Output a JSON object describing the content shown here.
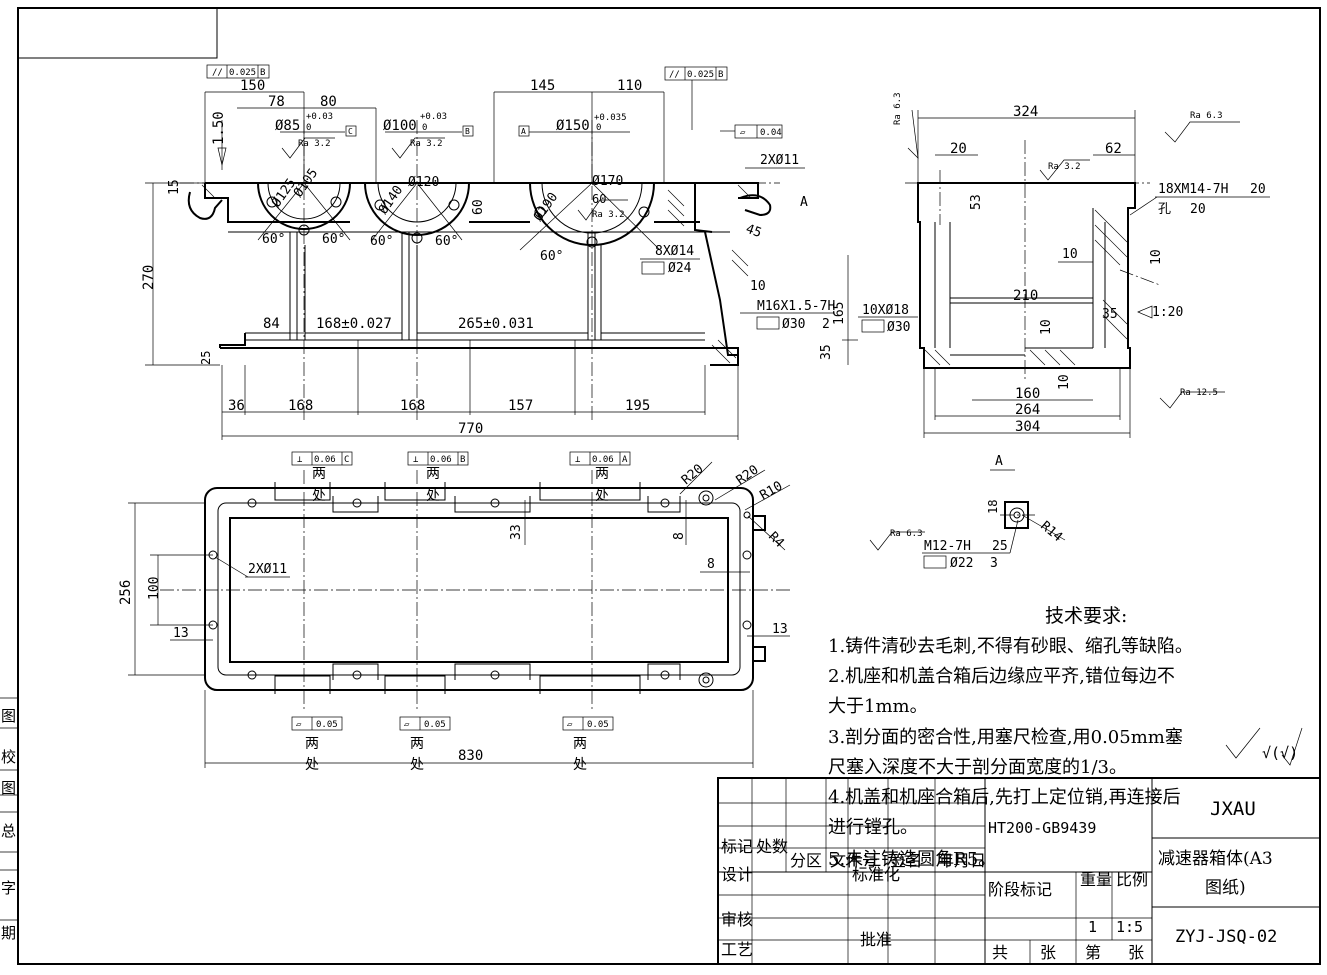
{
  "drawing": {
    "top_view_dims": {
      "d150": "150",
      "d78": "78",
      "d80": "80",
      "d145": "145",
      "d110": "110",
      "tol_gap": "0.025",
      "tol_par1": "0.025",
      "tol_sq": "0.04",
      "ref_b": "B",
      "ref_q": "C",
      "ref_a": "A",
      "phi85": "Ø85",
      "phi85_tol": "+0.03",
      "phi85_tol0": "0",
      "phi100": "Ø100",
      "phi100_tol": "+0.03",
      "phi100_tol0": "0",
      "phi150": "Ø150",
      "phi150_tol": "+0.035",
      "phi150_tol0": "0",
      "ra32a": "Ra 3.2",
      "ra32b": "Ra 3.2",
      "ra32c": "Ra 3.2",
      "d150v": "1.50",
      "d15": "15",
      "phi125": "Ø125",
      "phi105": "Ø105",
      "phi140": "Ø140",
      "phi120": "Ø120",
      "phi190": "Ø190",
      "phi170": "Ø170",
      "ang60a": "60°",
      "ang60b": "60°",
      "ang60c": "60°",
      "ang60d": "60°",
      "ang60e": "60°",
      "ang60f": "60",
      "d60": "60",
      "holes2x11": "2XØ11",
      "d45": "45",
      "holes8x14": "8XØ14",
      "cbore24": "Ø24",
      "d270": "270",
      "d25": "25",
      "d84": "84",
      "d168tol": "168±0.027",
      "d265tol": "265±0.031",
      "d36": "36",
      "d168a": "168",
      "d168b": "168",
      "d157": "157",
      "d195": "195",
      "d770": "770",
      "m16": "M16X1.5-7H",
      "cbore30": "Ø30",
      "depth2": "2",
      "d10": "10",
      "d35": "35",
      "d165": "165",
      "holes10x18": "10XØ18",
      "cbore30b": "Ø30",
      "viewA": "A",
      "ra32d": "Ra 3.2"
    },
    "side_view_dims": {
      "ra63": "Ra 6.3",
      "d324": "324",
      "d20": "20",
      "d62": "62",
      "ra63b": "Ra 6.3",
      "tap": "18XM14-7H",
      "tap_depth": "20",
      "hole": "孔",
      "hole_depth": "20",
      "d53": "53",
      "d10a": "10",
      "d210": "210",
      "d10b": "10",
      "d10c": "10",
      "d35": "35",
      "slope": "1:20",
      "d10d": "10",
      "d160": "160",
      "d264": "264",
      "d304": "304",
      "ra125": "Ra 12.5"
    },
    "plan_view_dims": {
      "tol1": "0.06",
      "ref_c": "C",
      "tol2": "0.06",
      "ref_b": "B",
      "tol3": "0.06",
      "ref_a": "A",
      "two_places": "两",
      "places": "处",
      "r20a": "R20",
      "r20b": "R20",
      "r10": "R10",
      "r4": "R4",
      "d33": "33",
      "d8a": "8",
      "d8b": "8",
      "holes2x11": "2XØ11",
      "d256": "256",
      "d100": "100",
      "d13a": "13",
      "d13b": "13",
      "flat1": "0.05",
      "flat2": "0.05",
      "flat3": "0.05",
      "d830": "830"
    },
    "detail_a": {
      "label": "A",
      "d18": "18",
      "r14": "R14",
      "ra63": "Ra 6.3",
      "tap": "M12-7H",
      "tap_depth": "25",
      "cbore": "Ø22",
      "cbore_depth": "3"
    },
    "notes": {
      "title": "技术要求:",
      "line1": "1.铸件清砂去毛刺,不得有砂眼、缩孔等缺陷。",
      "line2": "2.机座和机盖合箱后边缘应平齐,错位每边不",
      "line2b": "大于1mm。",
      "line3": "3.剖分面的密合性,用塞尺检查,用0.05mm塞",
      "line3b": "尺塞入深度不大于剖分面宽度的1/3。",
      "line4": "4.机盖和机座合箱后,先打上定位销,再连接后",
      "line4b": "进行镗孔。",
      "line5": "5.未注铸造圆角R5。"
    },
    "roughness_general": "√(√)",
    "left_strip": [
      "图",
      "校",
      "图",
      "总",
      "字",
      "期"
    ],
    "title_block": {
      "school": "JXAU",
      "material": "HT200-GB9439",
      "part_name_1": "减速器箱体(A3",
      "part_name_2": "图纸)",
      "drawing_no": "ZYJ-JSQ-02",
      "mark": "标记",
      "count": "处数",
      "zone": "分区",
      "doc": "文件号",
      "sign": "签名",
      "date": "年月日",
      "design": "设计",
      "std": "标准化",
      "stage": "阶段标记",
      "weight": "重量",
      "scale": "比例",
      "scale_val": "1:5",
      "weight_val": "1",
      "review": "审核",
      "craft": "工艺",
      "approve": "批准",
      "total": "共",
      "sheets": "张",
      "page": "第",
      "sheet2": "张"
    }
  }
}
